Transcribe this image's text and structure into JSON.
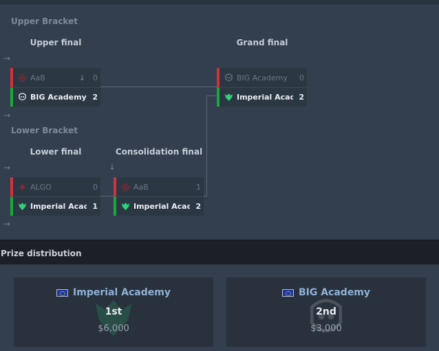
{
  "upper_bracket": {
    "title": "Upper Bracket",
    "upper_final": {
      "title": "Upper final",
      "teams": [
        {
          "name": "AaB",
          "score": "0",
          "result": "lose",
          "mark": "↓"
        },
        {
          "name": "BIG Academy",
          "score": "2",
          "result": "win"
        }
      ]
    },
    "grand_final": {
      "title": "Grand final",
      "teams": [
        {
          "name": "BIG Academy",
          "score": "0",
          "result": "lose"
        },
        {
          "name": "Imperial Acade...",
          "score": "2",
          "result": "win"
        }
      ]
    }
  },
  "lower_bracket": {
    "title": "Lower Bracket",
    "lower_final": {
      "title": "Lower final",
      "teams": [
        {
          "name": "ALGO",
          "score": "0",
          "result": "lose"
        },
        {
          "name": "Imperial Acade...",
          "score": "1",
          "result": "win"
        }
      ]
    },
    "consolidation_final": {
      "title": "Consolidation final",
      "teams": [
        {
          "name": "AaB",
          "score": "1",
          "result": "lose"
        },
        {
          "name": "Imperial Acade...",
          "score": "2",
          "result": "win"
        }
      ]
    }
  },
  "icons": {
    "arrow_right": "→",
    "arrow_down": "↓"
  },
  "prize_distribution": {
    "title": "Prize distribution",
    "entries": [
      {
        "team": "Imperial Academy",
        "place": "1st",
        "amount": "$6,000"
      },
      {
        "team": "BIG Academy",
        "place": "2nd",
        "amount": "$3,000"
      }
    ]
  },
  "colors": {
    "win": "#17a83a",
    "lose": "#d3313b",
    "imperial": "#2fd07a",
    "big": "#e8e8e8",
    "aab": "#8a2a33",
    "algo": "#8e2630"
  }
}
